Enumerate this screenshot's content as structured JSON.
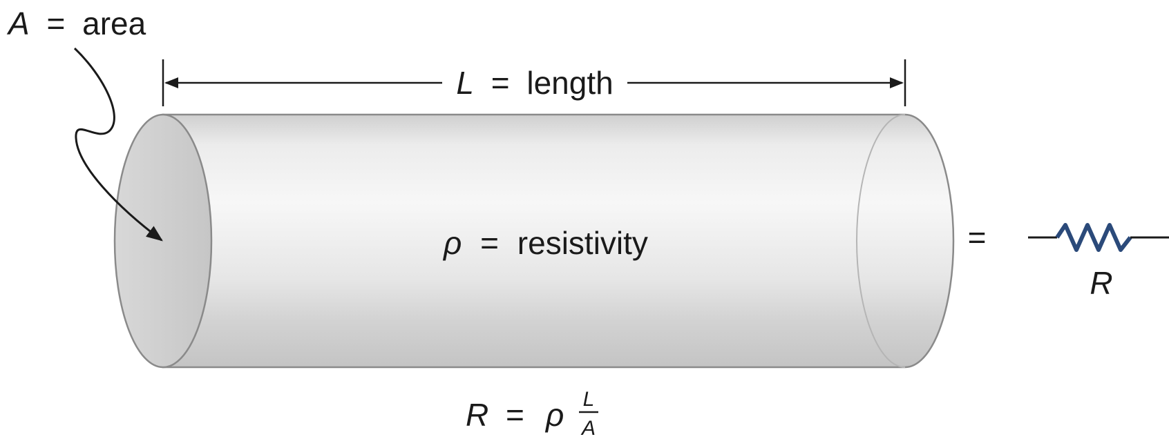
{
  "area_label": {
    "symbol": "A",
    "equals": "=",
    "text": "area"
  },
  "length_label": {
    "symbol": "L",
    "equals": "=",
    "text": "length"
  },
  "resistivity_label": {
    "symbol": "ρ",
    "equals": "=",
    "text": "resistivity"
  },
  "equivalence": {
    "equals": "="
  },
  "resistor": {
    "symbol": "R",
    "color": "#2b4a7a"
  },
  "formula": {
    "lhs": "R",
    "equals": "=",
    "rho": "ρ",
    "numerator": "L",
    "denominator": "A"
  },
  "colors": {
    "cylinder_fill_light": "#f2f2f2",
    "cylinder_fill_mid": "#dcdcdc",
    "cylinder_fill_dark": "#c8c8c8",
    "outline": "#8a8a8a",
    "arrow": "#1a1a1a"
  }
}
